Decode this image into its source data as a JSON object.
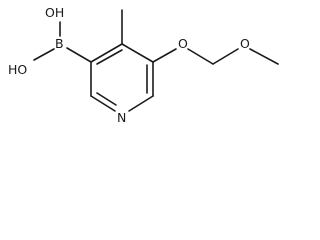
{
  "molecule": {
    "atoms": {
      "oh_top": "OH",
      "oh_bottom": "HO",
      "boron": "B",
      "nitrogen": "N",
      "ether_o1": "O",
      "ether_o2": "O"
    }
  }
}
